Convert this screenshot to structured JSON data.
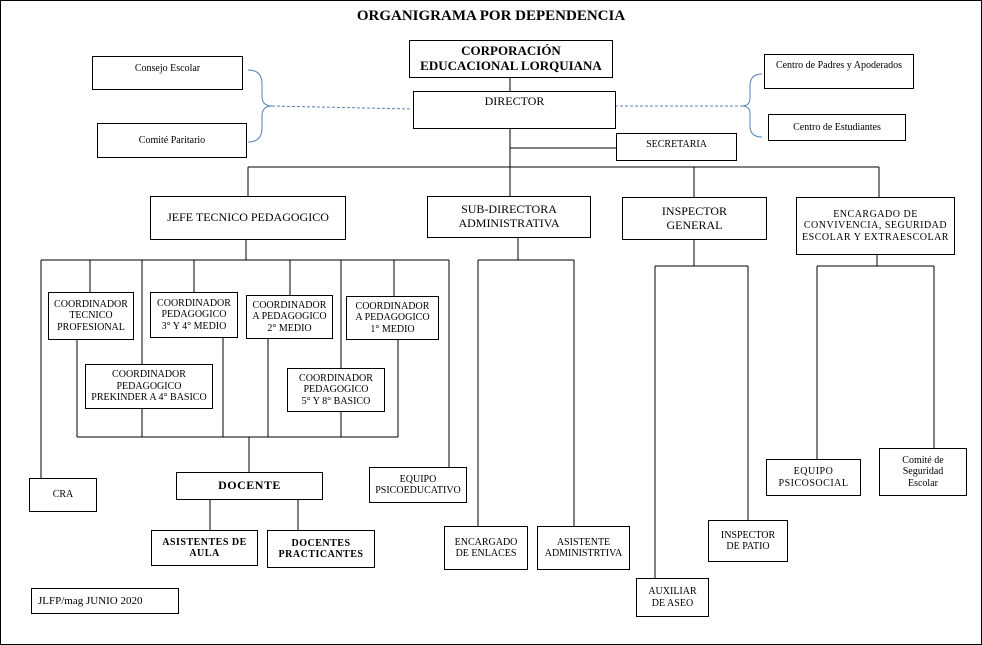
{
  "title": "ORGANIGRAMA POR DEPENDENCIA",
  "boxes": {
    "corporacion": "CORPORACIÓN\nEDUCACIONAL LORQUIANA",
    "director": "DIRECTOR",
    "consejo": "Consejo Escolar",
    "comite_paritario": "Comité Paritario",
    "centro_padres": "Centro de Padres y Apoderados",
    "centro_estudiantes": "Centro de Estudiantes",
    "secretaria": "SECRETARIA",
    "jefe_tecnico": "JEFE TECNICO PEDAGOGICO",
    "subdirectora": "SUB-DIRECTORA\nADMINISTRATIVA",
    "inspector_general": "INSPECTOR\nGENERAL",
    "encargado_convivencia": "ENCARGADO DE\nCONVIVENCIA, SEGURIDAD\nESCOLAR Y EXTRAESCOLAR",
    "coord_tecnico": "COORDINADOR\nTECNICO\nPROFESIONAL",
    "coord_3_4": "COORDINADOR\nPEDAGOGICO\n3° Y 4° MEDIO",
    "coord_2": "COORDINADOR\nA PEDAGOGICO\n2° MEDIO",
    "coord_1": "COORDINADOR\nA PEDAGOGICO\n1° MEDIO",
    "coord_prekinder": "COORDINADOR\nPEDAGOGICO\nPREKINDER A 4° BASICO",
    "coord_5_8": "COORDINADOR\nPEDAGOGICO\n5° Y 8° BASICO",
    "cra": "CRA",
    "docente": "DOCENTE",
    "equipo_psicoeducativo": "EQUIPO\nPSICOEDUCATIVO",
    "asistentes_aula": "ASISTENTES DE\nAULA",
    "docentes_practicantes": "DOCENTES\nPRACTICANTES",
    "encargado_enlaces": "ENCARGADO\nDE ENLACES",
    "asistente_administrativa": "ASISTENTE\nADMINISTRTIVA",
    "auxiliar_aseo": "AUXILIAR\nDE ASEO",
    "inspector_patio": "INSPECTOR\nDE PATIO",
    "equipo_psicosocial": "EQUIPO\nPSICOSOCIAL",
    "comite_seguridad": "Comité de\nSeguridad\nEscolar",
    "footer": "JLFP/mag JUNIO 2020"
  },
  "colors": {
    "line": "#000000",
    "dashed_link": "#5b7fb5"
  }
}
